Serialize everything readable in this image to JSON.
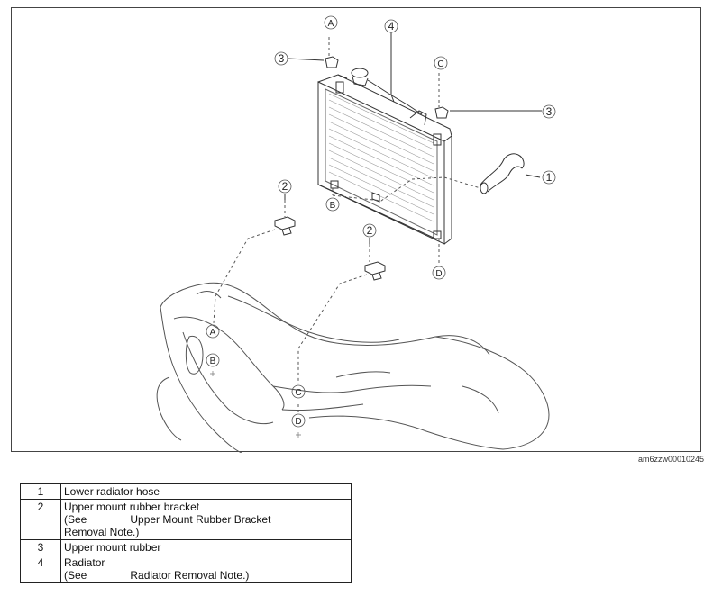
{
  "image_id": "am6zzw00010245",
  "callouts": {
    "c1": "1",
    "c2a": "2",
    "c2b": "2",
    "c3a": "3",
    "c3b": "3",
    "c4": "4"
  },
  "points": {
    "A_top": "A",
    "A_bottom": "A",
    "B_top": "B",
    "B_bottom": "B",
    "C_top": "C",
    "C_bottom": "C",
    "D_top": "D",
    "D_bottom": "D"
  },
  "legend": [
    {
      "num": "1",
      "line1": "Lower radiator hose"
    },
    {
      "num": "2",
      "line1": "Upper mount rubber bracket",
      "see": "(See",
      "ref": "Upper Mount Rubber Bracket",
      "line3": "Removal Note.)"
    },
    {
      "num": "3",
      "line1": "Upper mount rubber"
    },
    {
      "num": "4",
      "line1": "Radiator",
      "see": "(See",
      "ref": "Radiator Removal Note.)"
    }
  ]
}
